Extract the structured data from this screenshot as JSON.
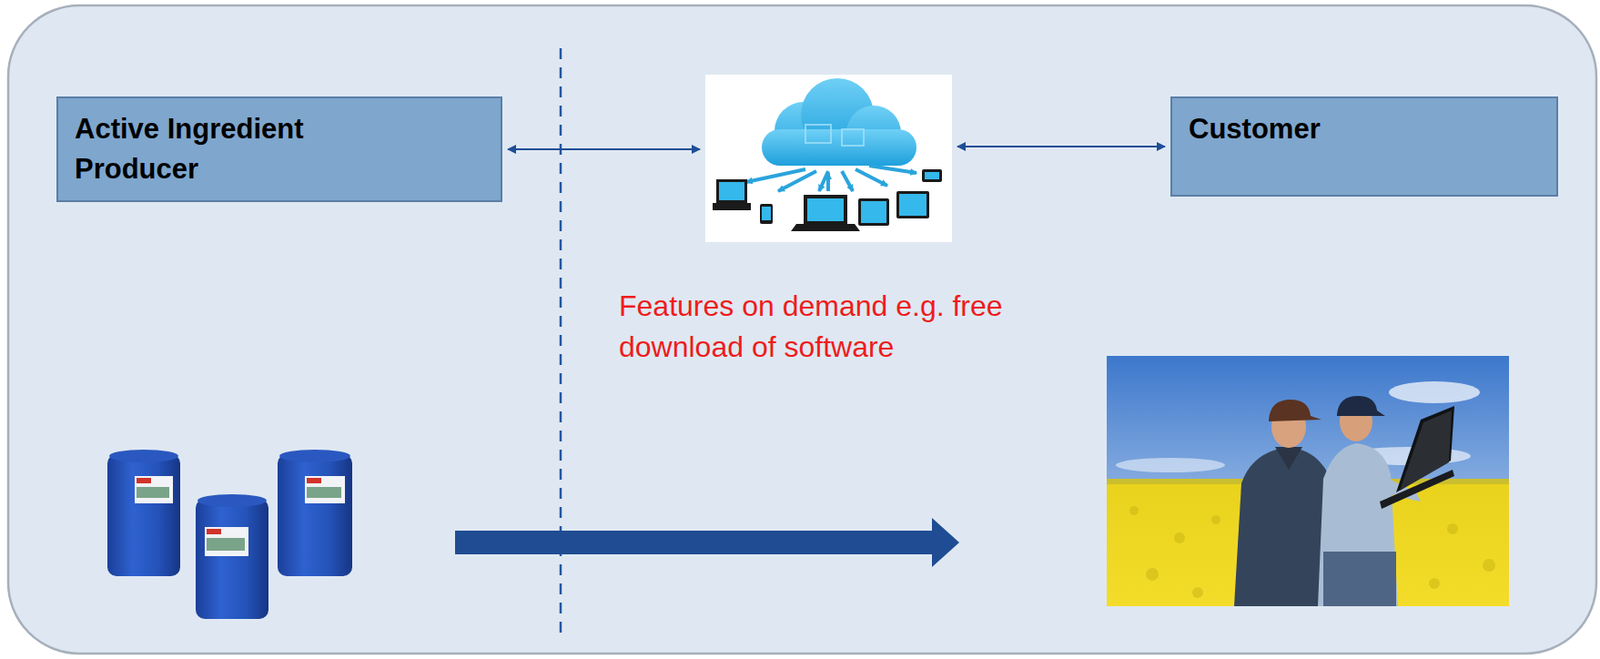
{
  "diagram": {
    "nodes": [
      {
        "text": [
          "Active Ingredient Producer"
        ]
      },
      {
        "text": [
          "Features on demand e.g. free download of software"
        ]
      },
      {
        "text": [
          "Customer"
        ]
      }
    ],
    "edges": [
      {
        "from": 0,
        "to": 1,
        "arrow": "both"
      },
      {
        "from": 1,
        "to": 2,
        "arrow": "both"
      }
    ]
  }
}
